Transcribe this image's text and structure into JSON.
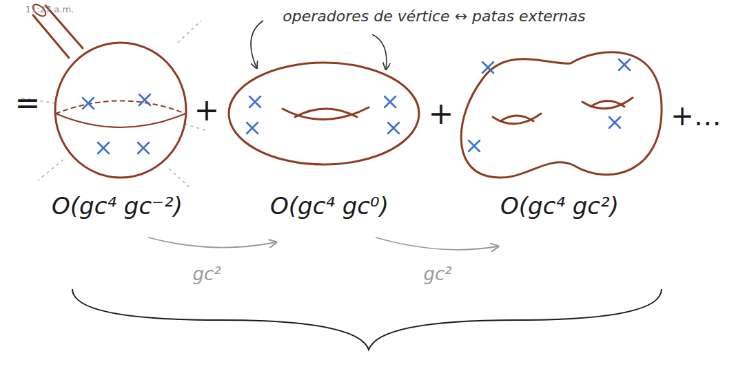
{
  "diagram": {
    "labels": [
      "11:27 a.m.",
      "operadores de vértice ↔ patas externas",
      "=",
      "+",
      "+",
      "+…",
      "O(gc⁴ gc⁻²)",
      "O(gc⁴ gc⁰)",
      "O(gc⁴ gc²)",
      "gc²",
      "gc²"
    ]
  }
}
